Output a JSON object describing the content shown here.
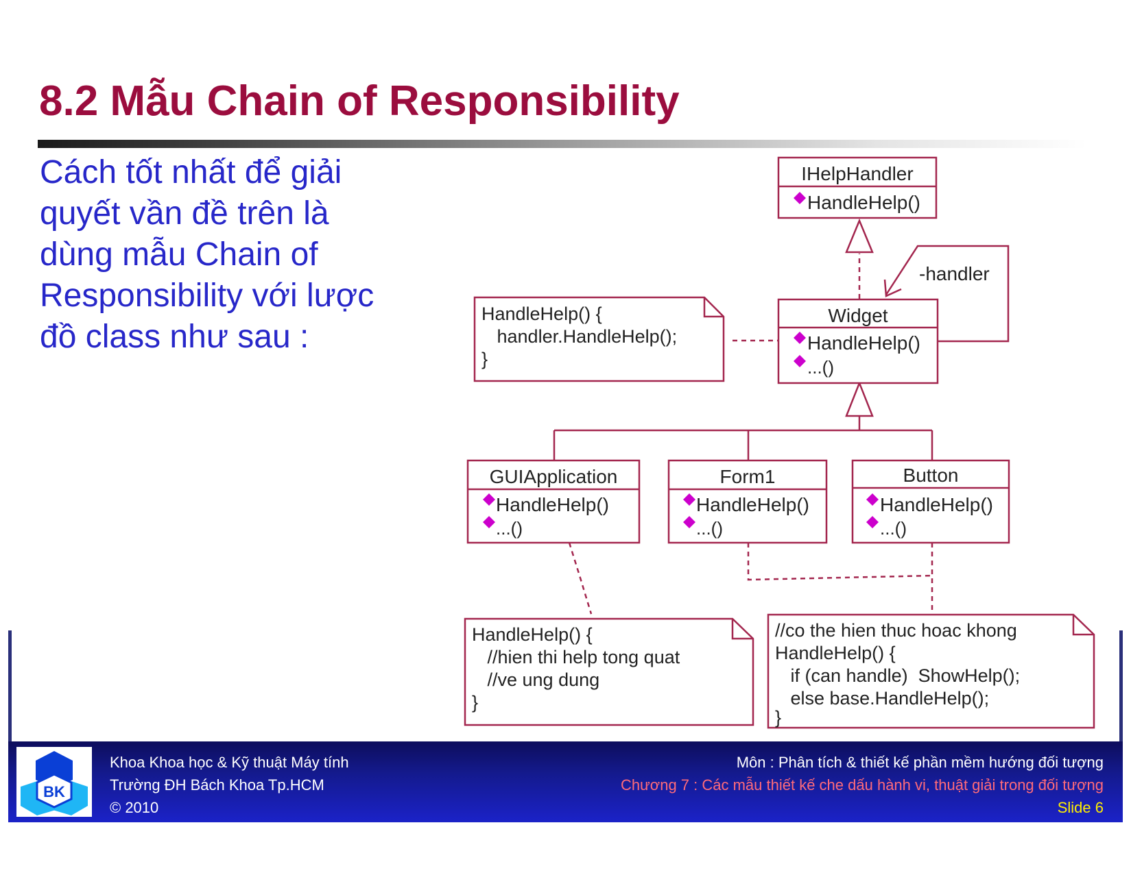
{
  "title": "8.2 Mẫu Chain of Responsibility",
  "intro_lines": [
    "Cách tốt nhất để giải",
    "quyết vần đề trên là",
    "dùng mẫu Chain of",
    "Responsibility với lược",
    "đồ class như sau :"
  ],
  "diagram": {
    "classes": {
      "ihelphandler": {
        "name": "IHelpHandler",
        "ops": [
          "HandleHelp()"
        ]
      },
      "widget": {
        "name": "Widget",
        "ops": [
          "HandleHelp()",
          "...()"
        ]
      },
      "guiapplication": {
        "name": "GUIApplication",
        "ops": [
          "HandleHelp()",
          "...()"
        ]
      },
      "form1": {
        "name": "Form1",
        "ops": [
          "HandleHelp()",
          "...()"
        ]
      },
      "button": {
        "name": "Button",
        "ops": [
          "HandleHelp()",
          "...()"
        ]
      }
    },
    "handler_label": "-handler",
    "notes": {
      "widget_note": [
        "HandleHelp() {",
        "   handler.HandleHelp();",
        "}"
      ],
      "gui_note": [
        "HandleHelp() {",
        "   //hien thi help tong quat",
        "   //ve ung dung",
        "}"
      ],
      "form_note": [
        "//co the hien thuc hoac khong",
        "HandleHelp() {",
        "   if (can handle)  ShowHelp();",
        "   else base.HandleHelp();",
        "}"
      ]
    },
    "colors": {
      "border": "#a3264e",
      "op_icon": "#cc00cc",
      "line": "#a3264e"
    }
  },
  "footer": {
    "logo_text": "BK",
    "left": [
      "Khoa Khoa học & Kỹ thuật Máy tính",
      "Trường ĐH Bách Khoa Tp.HCM",
      "© 2010"
    ],
    "course": "Môn : Phân tích & thiết kế phần mềm hướng đối tượng",
    "chapter": "Chương 7 : Các mẫu thiết kế che dấu hành vi, thuật giải trong đối tượng",
    "slide": "Slide 6"
  }
}
